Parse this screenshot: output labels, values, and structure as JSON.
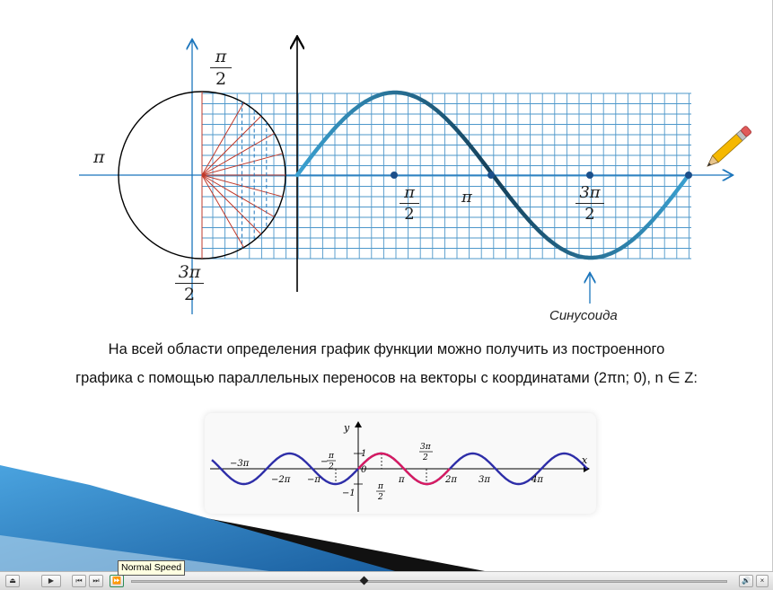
{
  "slide": {
    "top_diagram": {
      "circle_labels": {
        "top": {
          "num": "π",
          "den": "2"
        },
        "left": "π",
        "bottom": {
          "num": "3π",
          "den": "2"
        }
      },
      "graph_labels": {
        "pi_over_2": {
          "num": "π",
          "den": "2"
        },
        "pi": "π",
        "three_pi_over_2": {
          "num": "3π",
          "den": "2"
        }
      },
      "caption": "Синусоида",
      "colors": {
        "axis": "#1b75bc",
        "curve": "#1f5f7a",
        "grid": "#2e86c1",
        "rays": "#c0392b"
      }
    },
    "text_line_1": "На всей области определения график функции можно получить из построенного",
    "text_line_2": "графика с помощью параллельных переносов на векторы с координатами (2πn; 0), n ∈ Z:",
    "bottom_graph": {
      "axis_y": "y",
      "axis_x": "x",
      "labels": {
        "one": "1",
        "minus_one": "−1",
        "zero": "0",
        "minus_pi_over_2": {
          "num": "π",
          "den": "2",
          "sign": "−"
        },
        "pi_over_2": {
          "num": "π",
          "den": "2"
        },
        "three_pi_over_2": {
          "num": "3π",
          "den": "2"
        },
        "minus_3pi": "−3π",
        "minus_2pi": "−2π",
        "minus_pi": "−π",
        "pi": "π",
        "two_pi": "2π",
        "three_pi": "3π",
        "four_pi": "4π"
      },
      "colors": {
        "sine": "#d81b60",
        "shifted": "#2e2ea8"
      }
    }
  },
  "player": {
    "tooltip": "Normal Speed",
    "buttons": {
      "exit": "⏏",
      "play": "▶",
      "prev": "⏮",
      "next": "⏭",
      "speed": "⏩",
      "volume": "🔊"
    }
  }
}
